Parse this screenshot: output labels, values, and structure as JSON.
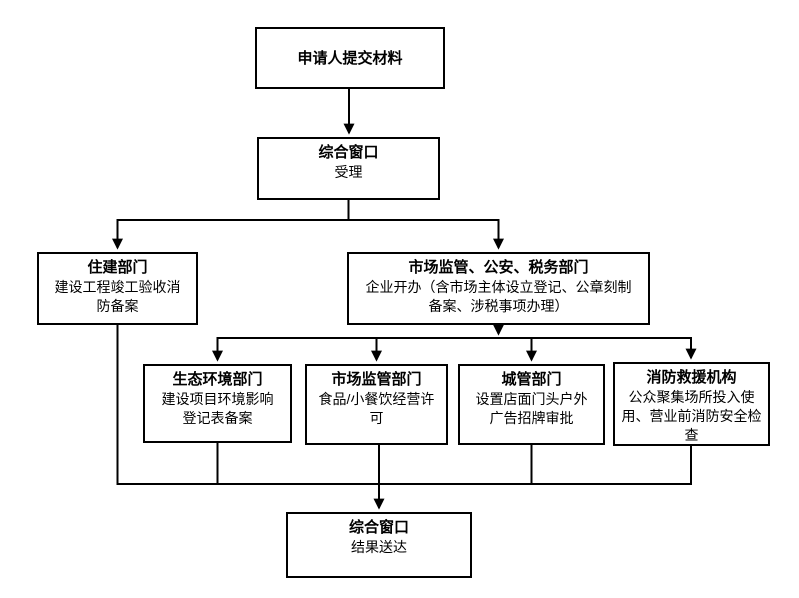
{
  "diagram": {
    "background_color": "#ffffff",
    "line_color": "#000000",
    "box_border_color": "#000000",
    "text_color": "#000000"
  },
  "nodes": {
    "applicant": {
      "title": "申请人提交材料",
      "lines": []
    },
    "window_accept": {
      "title": "综合窗口",
      "lines": [
        "受理"
      ]
    },
    "housing_dept": {
      "title": "住建部门",
      "lines": [
        "建设工程竣工验收消",
        "防备案"
      ]
    },
    "market_police_tax_dept": {
      "title": "市场监管、公安、税务部门",
      "lines": [
        "企业开办（含市场主体设立登记、公章刻制",
        "备案、涉税事项办理）"
      ]
    },
    "ecology_dept": {
      "title": "生态环境部门",
      "lines": [
        "建设项目环境影响",
        "登记表备案"
      ]
    },
    "market_reg_dept": {
      "title": "市场监管部门",
      "lines": [
        "食品/小餐饮经营许",
        "可"
      ]
    },
    "urban_mgmt_dept": {
      "title": "城管部门",
      "lines": [
        "设置店面门头户外",
        "广告招牌审批"
      ]
    },
    "fire_rescue_org": {
      "title": "消防救援机构",
      "lines": [
        "公众聚集场所投入使",
        "用、营业前消防安全检",
        "查"
      ]
    },
    "window_deliver": {
      "title": "综合窗口",
      "lines": [
        "结果送达"
      ]
    }
  }
}
